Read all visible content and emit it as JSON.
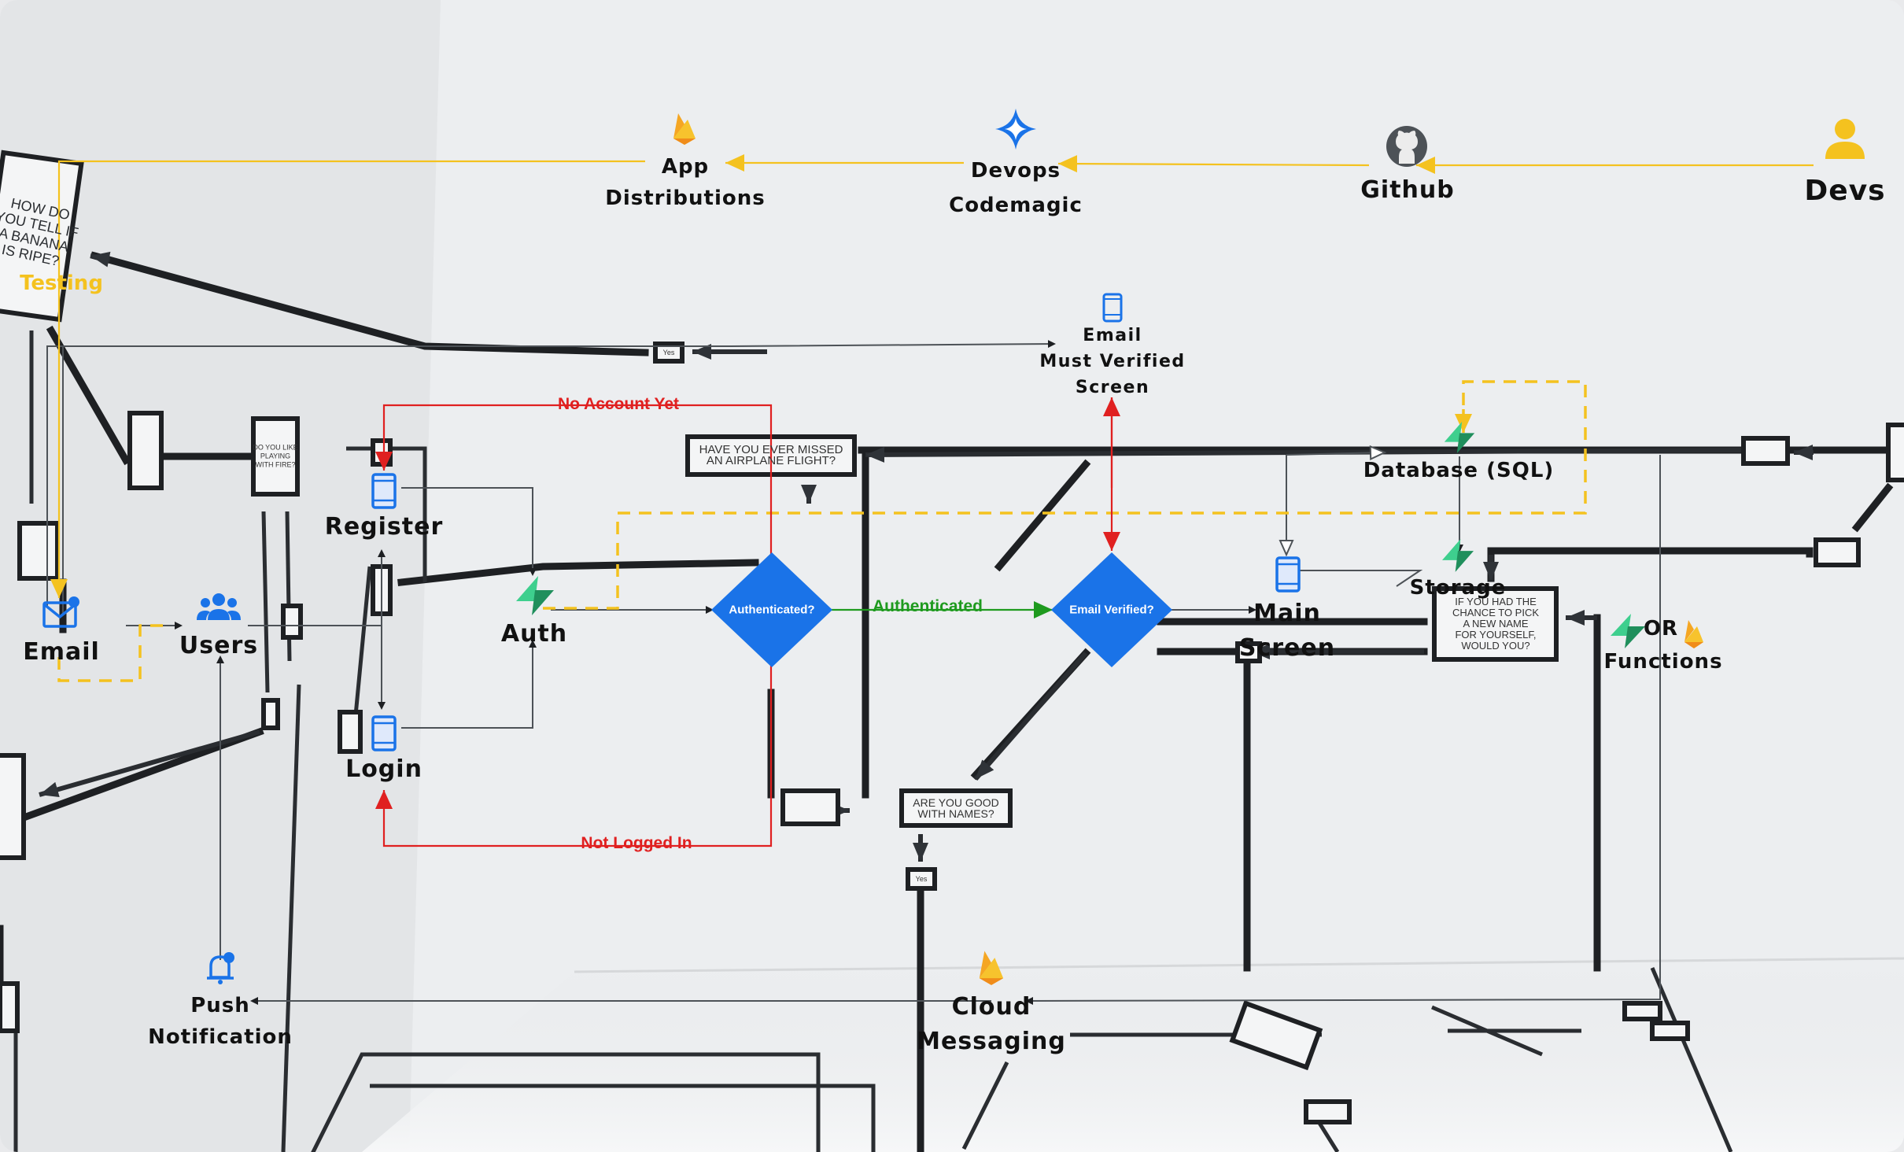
{
  "colors": {
    "yellow": "#f4c21f",
    "red": "#e02020",
    "green": "#1e9a1e",
    "blue": "#1a73e8",
    "line": "#4d5257",
    "firebase": "#f5a623",
    "supabase": "#3ecf8e"
  },
  "nodes": {
    "app_distributions": "App\nDistributions",
    "devops_codemagic": "Devops\nCodemagic",
    "github": "Github",
    "devs": "Devs",
    "email": "Email",
    "users": "Users",
    "register": "Register",
    "login": "Login",
    "auth": "Auth",
    "authenticated_q": "Authenticated?",
    "email_verified_q": "Email Verified?",
    "email_must_verified": "Email\nMust Verified\nScreen",
    "main_screen": "Main\nScreen",
    "database": "Database (SQL)",
    "storage": "Storage",
    "functions_or": "OR",
    "functions": "Functions",
    "push_notification": "Push\nNotification",
    "cloud_messaging": "Cloud\nMessaging",
    "testing": "Testing"
  },
  "edges": {
    "no_account_yet": "No Account Yet",
    "authenticated": "Authenticated",
    "not_logged_in": "Not Logged In"
  },
  "icons": {
    "app_distributions": "firebase-flame-icon",
    "devops_codemagic": "codemagic-star-icon",
    "github": "github-octocat-icon",
    "devs": "user-person-icon",
    "email": "mail-icon",
    "users": "group-icon",
    "register": "phone-icon",
    "login": "phone-icon",
    "auth": "supabase-bolt-icon",
    "email_must_verified": "phone-icon",
    "main_screen": "phone-icon",
    "database": "supabase-bolt-icon",
    "storage": "supabase-bolt-icon",
    "functions": "supabase-bolt-and-firebase-flame-icons",
    "push_notification": "bell-icon",
    "cloud_messaging": "firebase-flame-icon"
  },
  "background_signs": {
    "banana": "HOW DO\nYOU TELL IF\nA BANANA\nIS RIPE?",
    "airplane": "HAVE YOU EVER MISSED\nAN AIRPLANE FLIGHT?",
    "names": "ARE YOU GOOD\nWITH NAMES?",
    "pick_name": "IF YOU HAD THE\nCHANCE TO PICK\nA NEW NAME\nFOR YOURSELF,\nWOULD YOU?",
    "yes_1": "Yes",
    "yes_2": "Yes",
    "playing_fire": "DO YOU LIKE\nPLAYING\nWITH FIRE?"
  }
}
